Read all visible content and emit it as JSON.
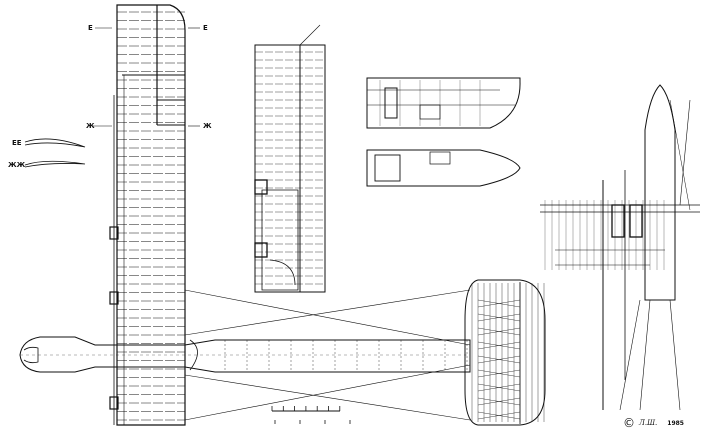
{
  "sections": {
    "e_label": "Е",
    "zh_label": "Ж",
    "profile_e": "ЕЕ",
    "profile_zh": "ЖЖ"
  },
  "credit": {
    "copyright_symbol": "©",
    "signature": "Л.Ш.",
    "year": "1985"
  },
  "colors": {
    "ink": "#111111",
    "paper": "#ffffff"
  }
}
